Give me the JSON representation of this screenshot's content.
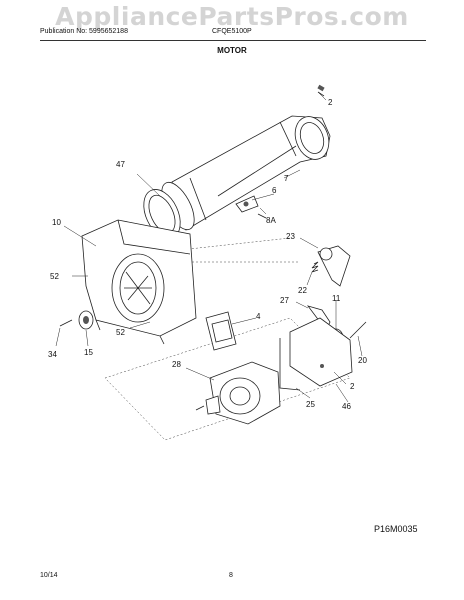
{
  "watermark": "AppliancePartsPros.com",
  "header": {
    "publication": "Publication No: 5995652188",
    "model": "CFQE5100P"
  },
  "title": "MOTOR",
  "callouts": {
    "c2a": "2",
    "c7": "7",
    "c47": "47",
    "c6": "6",
    "c8a": "8A",
    "c10": "10",
    "c23": "23",
    "c52a": "52",
    "c22": "22",
    "c27": "27",
    "c11": "11",
    "c4": "4",
    "c52b": "52",
    "c34": "34",
    "c15": "15",
    "c28": "28",
    "c20": "20",
    "c2b": "2",
    "c25": "25",
    "c46": "46"
  },
  "figure_ref": "P16M0035",
  "footer": {
    "date": "10/14",
    "page": "8"
  }
}
